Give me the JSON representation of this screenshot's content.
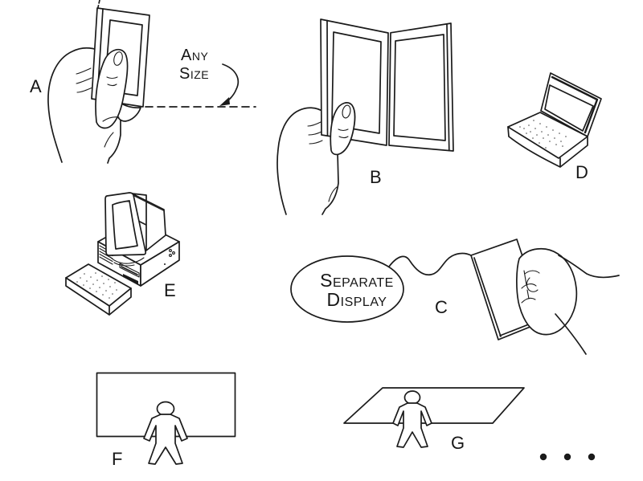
{
  "figure": {
    "background_color": "#ffffff",
    "ink_color": "#1b1b1b",
    "labels": {
      "a": "A",
      "b": "B",
      "c": "C",
      "d": "D",
      "e": "E",
      "f": "F",
      "g": "G"
    },
    "annotations": {
      "any_size": {
        "line1": "Any",
        "line2": "Size"
      },
      "separate_display": {
        "line1": "Separate",
        "line2": "Display"
      }
    },
    "items": {
      "a": "handheld-display-in-hand",
      "b": "foldable-dual-panel-display-in-hand",
      "c": "separate-display-tablet-with-pointing-hand",
      "d": "laptop-computer",
      "e": "desktop-computer-with-crt-and-keyboard",
      "f": "person-before-wall-size-display",
      "g": "person-on-floor-size-display",
      "ellipsis": "more-variants-dots"
    }
  }
}
